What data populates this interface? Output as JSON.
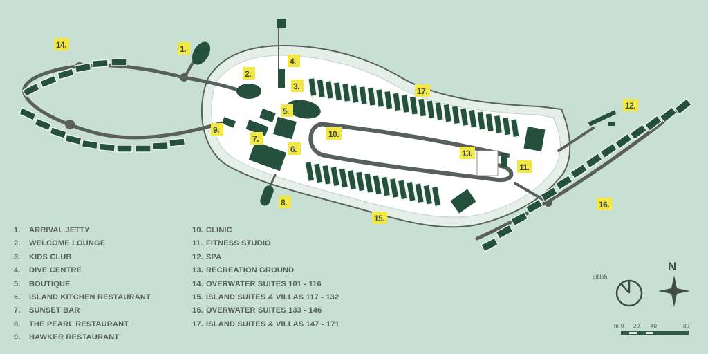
{
  "colors": {
    "water": "#c8dfd4",
    "beach": "#e4efe9",
    "land": "#ffffff",
    "building": "#24503d",
    "path": "#595f5d",
    "label": "#f3e742"
  },
  "map_labels": [
    "1.",
    "2.",
    "3.",
    "4.",
    "5.",
    "6.",
    "7.",
    "8.",
    "9.",
    "10.",
    "11.",
    "12.",
    "13.",
    "14.",
    "15.",
    "16.",
    "17."
  ],
  "legend": {
    "column1": [
      {
        "num": "1.",
        "name": "ARRIVAL JETTY"
      },
      {
        "num": "2.",
        "name": "WELCOME LOUNGE"
      },
      {
        "num": "3.",
        "name": "KIDS CLUB"
      },
      {
        "num": "4.",
        "name": "DIVE CENTRE"
      },
      {
        "num": "5.",
        "name": "BOUTIQUE"
      },
      {
        "num": "6.",
        "name": "ISLAND KITCHEN RESTAURANT"
      },
      {
        "num": "7.",
        "name": "SUNSET BAR"
      },
      {
        "num": "8.",
        "name": "THE PEARL RESTAURANT"
      },
      {
        "num": "9.",
        "name": "HAWKER RESTAURANT"
      }
    ],
    "column2": [
      {
        "num": "10.",
        "name": "CLINIC"
      },
      {
        "num": "11.",
        "name": "FITNESS STUDIO"
      },
      {
        "num": "12.",
        "name": "SPA"
      },
      {
        "num": "13.",
        "name": "RECREATION GROUND"
      },
      {
        "num": "14.",
        "name": "OVERWATER SUITES 101 - 116"
      },
      {
        "num": "15.",
        "name": "ISLAND SUITES & VILLAS 117 - 132"
      },
      {
        "num": "16.",
        "name": "OVERWATER SUITES 133 - 146"
      },
      {
        "num": "17.",
        "name": "ISLAND SUITES & VILLAS 147 - 171"
      }
    ]
  },
  "qibla": {
    "label": "qiblah"
  },
  "compass": {
    "north": "N"
  },
  "scale": {
    "unit": "m",
    "ticks": [
      "0",
      "20",
      "40",
      "80"
    ]
  }
}
